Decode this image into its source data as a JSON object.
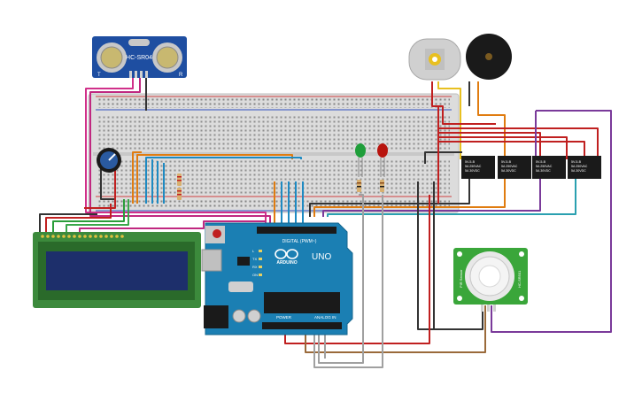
{
  "ultrasonic": {
    "model": "HC-SR04",
    "pin_t": "T",
    "pin_r": "R"
  },
  "arduino": {
    "brand": "ARDUINO",
    "model": "UNO",
    "digital_label": "DIGITAL (PWM~)",
    "power_label": "POWER",
    "analog_label": "ANALOG IN",
    "led_labels": [
      "L",
      "TX",
      "RX",
      "ON"
    ]
  },
  "relays": {
    "count": 4,
    "label_line1": "5V-5-B",
    "label_line2": "5A 250VAC",
    "label_line3": "5A 30VDC"
  },
  "pir": {
    "label_left": "PIR Sensor",
    "label_right": "HC-SR501"
  },
  "leds": [
    {
      "color": "#1f9e3a",
      "name": "green"
    },
    {
      "color": "#b8140e",
      "name": "red"
    }
  ],
  "colors": {
    "breadboard": "#dcdcdc",
    "arduino_board": "#1b7fb3",
    "lcd_pcb": "#3c8a3c",
    "lcd_screen": "#1d2f6b",
    "pir_pcb": "#3aa63a",
    "relay": "#1a1a1a",
    "ultrasonic_pcb": "#1e4ea1"
  }
}
